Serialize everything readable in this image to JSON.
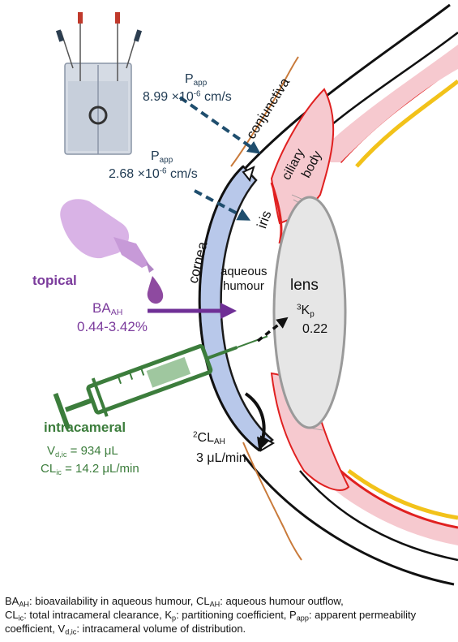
{
  "eye_labels": {
    "conjunctiva": "conjunctiva",
    "ciliary": "ciliary",
    "body": "body",
    "iris": "iris",
    "cornea": "cornea",
    "aqueous": "aqueous",
    "humour": "humour",
    "lens": "lens"
  },
  "papp_top": {
    "P": "P",
    "sub": "app",
    "value": "8.99 ×10",
    "exp": "-6",
    "unit": " cm/s"
  },
  "papp_mid": {
    "P": "P",
    "sub": "app",
    "value": "2.68 ×10",
    "exp": "-6",
    "unit": " cm/s"
  },
  "topical": {
    "title": "topical",
    "BA": "BA",
    "BA_sub": "AH",
    "range": "0.44-3.42%"
  },
  "kp": {
    "sup": "3",
    "K": "K",
    "sub": "p",
    "value": "0.22"
  },
  "cl_ah": {
    "sup": "2",
    "CL": "CL",
    "sub": "AH",
    "value": "3 μL/min"
  },
  "intracameral": {
    "title": "intracameral",
    "vd_V": "V",
    "vd_sub": "d,ic",
    "vd_value": " = 934 μL",
    "cl_CL": "CL",
    "cl_sub": "ic",
    "cl_value": " = 14.2 μL/min"
  },
  "caption": {
    "t1": "BA",
    "s1": "AH",
    "t2": ": bioavailability in aqueous humour, CL",
    "s2": "AH",
    "t3": ": aqueous humour outflow,",
    "t4": "CL",
    "s4": "ic",
    "t5": ": total intracameral clearance, K",
    "s5": "p",
    "t6": ": partitioning coefficient, P",
    "s6": "app",
    "t7": ": apparent permeability coefficient, V",
    "s7": "d,ic",
    "t8": ": intracameral volume of distribution."
  },
  "colors": {
    "navy": "#1f3a52",
    "purple": "#7b3b9c",
    "green": "#3c7d3c",
    "cornea": "#b8c8ea",
    "ciliary": "#f6c9cf",
    "red": "#e02020",
    "yellow": "#f2c21a",
    "orange": "#c97a3a"
  }
}
